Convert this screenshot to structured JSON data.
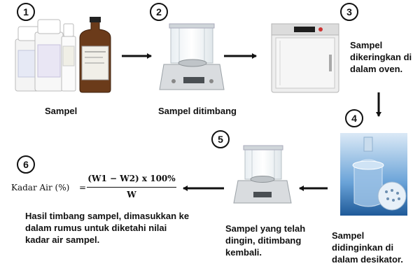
{
  "steps": [
    {
      "number": "1",
      "caption": "Sampel"
    },
    {
      "number": "2",
      "caption": "Sampel ditimbang"
    },
    {
      "number": "3",
      "caption_lines": [
        "Sampel",
        "dikeringkan di",
        "dalam oven."
      ]
    },
    {
      "number": "4",
      "caption_lines": [
        "Sampel",
        "didinginkan di",
        "dalam desikator."
      ]
    },
    {
      "number": "5",
      "caption_lines": [
        "Sampel yang telah",
        "dingin, ditimbang",
        "kembali."
      ]
    },
    {
      "number": "6",
      "caption_lines": [
        "Hasil timbang sampel, dimasukkan ke",
        "dalam rumus untuk diketahi nilai",
        "kadar air sampel."
      ]
    }
  ],
  "formula": {
    "lhs": "Kadar Air (%)",
    "equals": "=",
    "numerator": "(W1 − W2) x 100%",
    "denominator": "W"
  },
  "colors": {
    "arrow": "#111111",
    "bottle_brown": "#6b3b1a",
    "bottle_white": "#f4f4f4",
    "scale_body": "#d9dcdf",
    "oven_body": "#eeeeee",
    "desiccator_blue": "#2f6fb0"
  },
  "icons": [
    "bottles-icon",
    "balance-icon",
    "oven-icon",
    "desiccator-icon",
    "balance-icon",
    "arrow-right-icon",
    "arrow-left-icon",
    "arrow-down-icon"
  ]
}
